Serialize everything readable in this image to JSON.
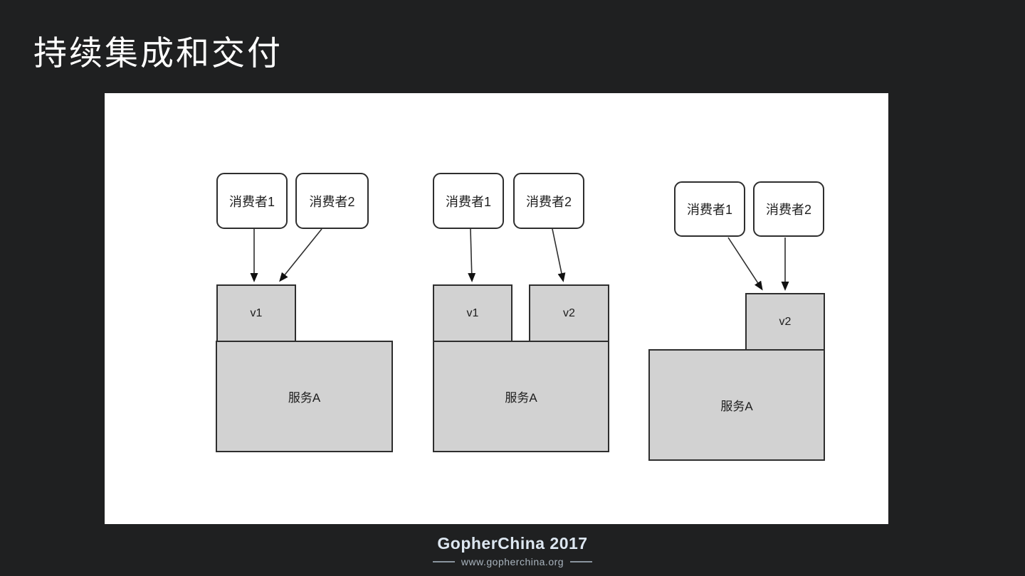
{
  "title": "持续集成和交付",
  "diagram": {
    "groups": [
      {
        "consumers": [
          "消费者1",
          "消费者2"
        ],
        "versions": [
          "v1"
        ],
        "service": "服务A"
      },
      {
        "consumers": [
          "消费者1",
          "消费者2"
        ],
        "versions": [
          "v1",
          "v2"
        ],
        "service": "服务A"
      },
      {
        "consumers": [
          "消费者1",
          "消费者2"
        ],
        "versions": [
          "v2"
        ],
        "service": "服务A"
      }
    ]
  },
  "footer": {
    "brand": "GopherChina 2017",
    "url": "www.gopherchina.org"
  },
  "colors": {
    "background": "#1F2021",
    "panel": "#FFFFFF",
    "box_fill": "#D2D2D2",
    "box_border": "#2E2E2E",
    "title_text": "#FFFFFF",
    "brand_text": "#DDE7F1",
    "url_text": "#A9B4BE"
  }
}
